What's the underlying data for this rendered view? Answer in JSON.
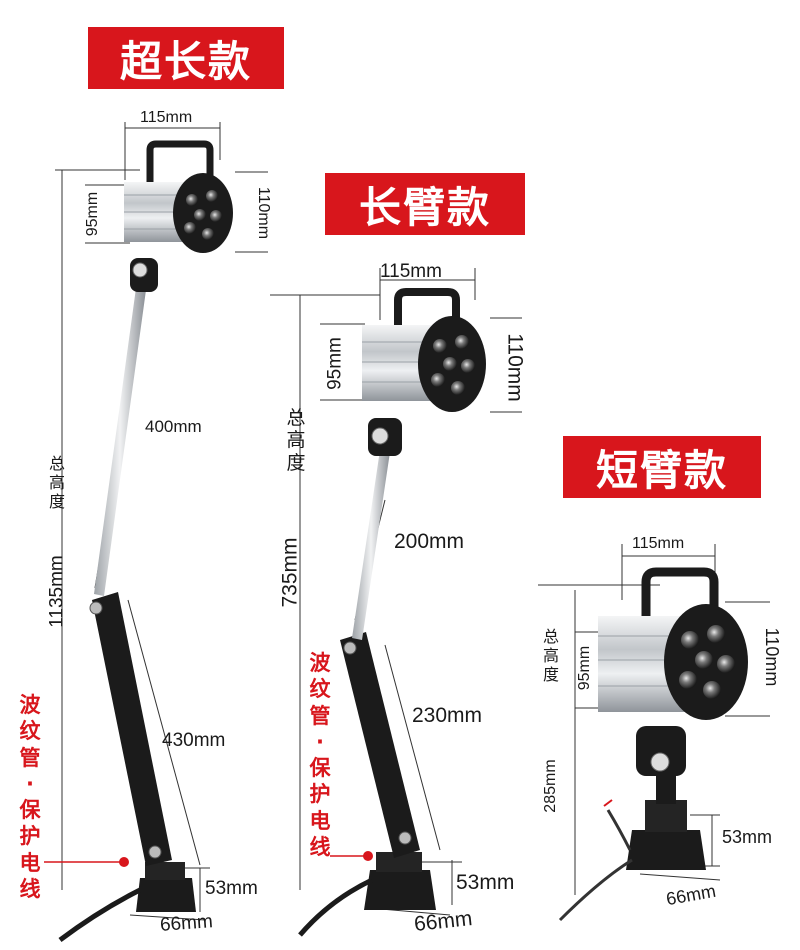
{
  "variants": {
    "extra_long": {
      "title": "超长款",
      "head_width": "115mm",
      "head_height": "95mm",
      "head_diameter": "110mm",
      "upper_arm": "400mm",
      "lower_arm": "430mm",
      "total_label": "总高度",
      "total_height": "1135mm",
      "base_height": "53mm",
      "base_width": "66mm",
      "note": "波纹管·保护电线"
    },
    "long_arm": {
      "title": "长臂款",
      "head_width": "115mm",
      "head_height": "95mm",
      "head_diameter": "110mm",
      "upper_arm": "200mm",
      "lower_arm": "230mm",
      "total_label": "总高度",
      "total_height": "735mm",
      "base_height": "53mm",
      "base_width": "66mm",
      "note": "波纹管·保护电线"
    },
    "short_arm": {
      "title": "短臂款",
      "head_width": "115mm",
      "head_height": "95mm",
      "head_diameter": "110mm",
      "total_label": "总高度",
      "total_height": "285mm",
      "base_height": "53mm",
      "base_width": "66mm"
    }
  },
  "colors": {
    "banner": "#d8161c",
    "note": "#d8161c",
    "arm_black": "#1b1b1b",
    "housing_silver": "#c9ccd0"
  }
}
